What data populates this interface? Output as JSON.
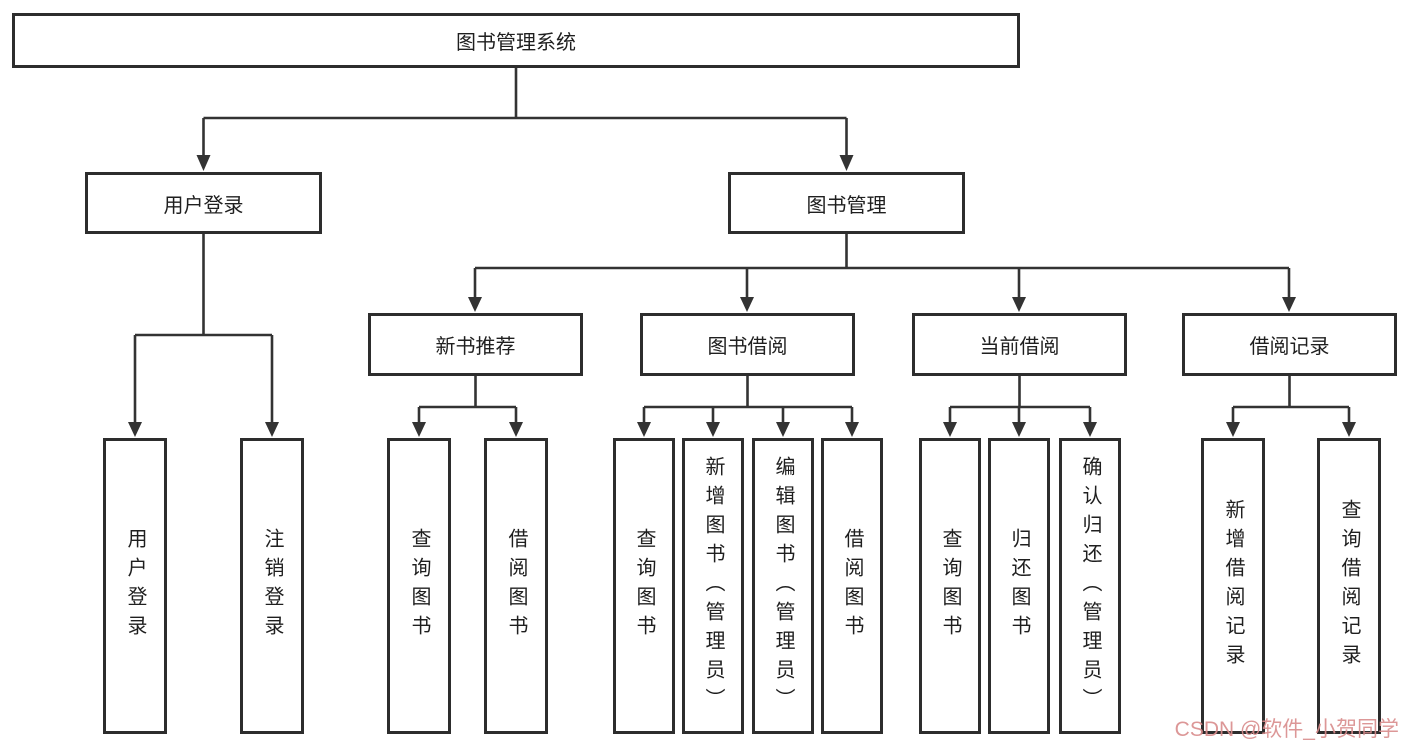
{
  "diagram": {
    "type": "hierarchy-tree",
    "colors": {
      "line": "#333333",
      "box_border": "#2d2d2d",
      "box_fill": "#ffffff",
      "text": "#1f1f1f",
      "watermark": "#d98c8c"
    },
    "tree": {
      "root": {
        "label": "图书管理系统"
      },
      "branches": [
        {
          "label": "用户登录",
          "children": [
            {
              "label": "用户登录"
            },
            {
              "label": "注销登录"
            }
          ]
        },
        {
          "label": "图书管理",
          "children": [
            {
              "label": "新书推荐",
              "children": [
                {
                  "label": "查询图书"
                },
                {
                  "label": "借阅图书"
                }
              ]
            },
            {
              "label": "图书借阅",
              "children": [
                {
                  "label": "查询图书"
                },
                {
                  "label": "新增图书（管理员）"
                },
                {
                  "label": "编辑图书（管理员）"
                },
                {
                  "label": "借阅图书"
                }
              ]
            },
            {
              "label": "当前借阅",
              "children": [
                {
                  "label": "查询图书"
                },
                {
                  "label": "归还图书"
                },
                {
                  "label": "确认归还（管理员）"
                }
              ]
            },
            {
              "label": "借阅记录",
              "children": [
                {
                  "label": "新增借阅记录"
                },
                {
                  "label": "查询借阅记录"
                }
              ]
            }
          ]
        }
      ]
    }
  },
  "watermark": {
    "text": "CSDN @软件_小贺同学"
  }
}
